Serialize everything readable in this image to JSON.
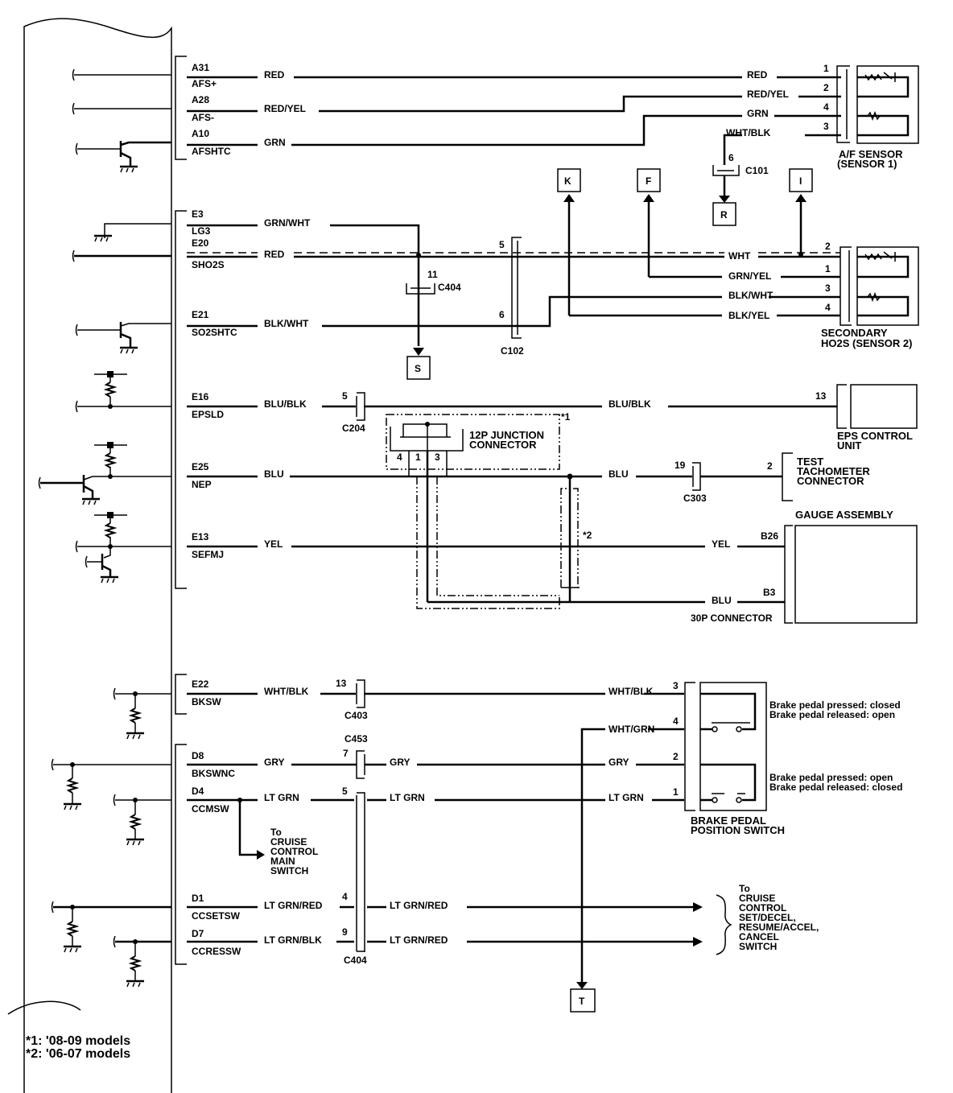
{
  "ecm_pins": [
    {
      "pin": "A31",
      "signal": "AFS+",
      "wire": "RED"
    },
    {
      "pin": "A28",
      "signal": "AFS-",
      "wire": "RED/YEL"
    },
    {
      "pin": "A10",
      "signal": "AFSHTC",
      "wire": "GRN"
    },
    {
      "pin": "E3",
      "signal": "LG3",
      "wire": "GRN/WHT"
    },
    {
      "pin": "E20",
      "signal": "SHO2S",
      "wire": "RED"
    },
    {
      "pin": "E21",
      "signal": "SO2SHTC",
      "wire": "BLK/WHT"
    },
    {
      "pin": "E16",
      "signal": "EPSLD",
      "wire": "BLU/BLK"
    },
    {
      "pin": "E25",
      "signal": "NEP",
      "wire": "BLU"
    },
    {
      "pin": "E13",
      "signal": "SEFMJ",
      "wire": "YEL"
    },
    {
      "pin": "E22",
      "signal": "BKSW",
      "wire": "WHT/BLK"
    },
    {
      "pin": "D8",
      "signal": "BKSWNC",
      "wire": "GRY"
    },
    {
      "pin": "D4",
      "signal": "CCMSW",
      "wire": "LT GRN"
    },
    {
      "pin": "D1",
      "signal": "CCSETSW",
      "wire": "LT GRN/RED"
    },
    {
      "pin": "D7",
      "signal": "CCRESSW",
      "wire": "LT GRN/BLK"
    }
  ],
  "af_sensor": {
    "title_1": "A/F SENSOR",
    "title_2": "(SENSOR 1)",
    "wires": [
      {
        "wire": "RED",
        "pin": "1"
      },
      {
        "wire": "RED/YEL",
        "pin": "2"
      },
      {
        "wire": "GRN",
        "pin": "4"
      },
      {
        "wire": "WHT/BLK",
        "pin": "3"
      }
    ]
  },
  "c101": {
    "name": "C101",
    "pin": "6"
  },
  "ho2s": {
    "title_1": "SECONDARY",
    "title_2": "HO2S (SENSOR 2)",
    "wires": [
      {
        "wire": "WHT",
        "pin": "2"
      },
      {
        "wire": "GRN/YEL",
        "pin": "1"
      },
      {
        "wire": "BLK/WHT",
        "pin": "3"
      },
      {
        "wire": "BLK/YEL",
        "pin": "4"
      }
    ]
  },
  "c404_top": {
    "name": "C404",
    "pin": "11"
  },
  "c102": {
    "name": "C102",
    "pin_a": "5",
    "pin_b": "6"
  },
  "refs": {
    "k": "K",
    "f": "F",
    "i": "I",
    "r": "R",
    "s": "S",
    "t": "T"
  },
  "c204": {
    "name": "C204",
    "pin": "5"
  },
  "eps": {
    "wire": "BLU/BLK",
    "pin": "13",
    "title_1": "EPS CONTROL",
    "title_2": "UNIT"
  },
  "junction": {
    "title_1": "12P JUNCTION",
    "title_2": "CONNECTOR",
    "pins": [
      "4",
      "1",
      "3"
    ],
    "note": "*1"
  },
  "tach": {
    "wire": "BLU",
    "c303": "C303",
    "c303_pin": "19",
    "pin": "2",
    "title_1": "TEST",
    "title_2": "TACHOMETER",
    "title_3": "CONNECTOR"
  },
  "note2_label": "*2",
  "gauge": {
    "title": "GAUGE ASSEMBLY",
    "wire_yel": "YEL",
    "pin_yel": "B26",
    "wire_blu": "BLU",
    "pin_blu": "B3",
    "connector": "30P CONNECTOR"
  },
  "c403": {
    "name": "C403",
    "pin": "13"
  },
  "c453": {
    "name": "C453",
    "pin": "7"
  },
  "c404_bot": {
    "name": "C404",
    "pin_d4": "5",
    "pin_d1": "4",
    "pin_d7": "9"
  },
  "brake": {
    "wires": [
      {
        "wire": "WHT/BLK",
        "pin": "3"
      },
      {
        "wire": "WHT/GRN",
        "pin": "4"
      },
      {
        "wire": "GRY",
        "pin": "2"
      },
      {
        "wire": "LT GRN",
        "pin": "1"
      }
    ],
    "note_a_1": "Brake pedal pressed: closed",
    "note_a_2": "Brake pedal released: open",
    "note_b_1": "Brake pedal pressed: open",
    "note_b_2": "Brake pedal released: closed",
    "title_1": "BRAKE PEDAL",
    "title_2": "POSITION SWITCH"
  },
  "gry_right": "GRY",
  "ltgrn_right": "LT GRN",
  "ltgrnred_right_1": "LT GRN/RED",
  "ltgrnred_right_2": "LT GRN/RED",
  "main_switch": [
    "To",
    "CRUISE",
    "CONTROL",
    "MAIN",
    "SWITCH"
  ],
  "cruise_switch": [
    "To",
    "CRUISE",
    "CONTROL",
    "SET/DECEL,",
    "RESUME/ACCEL,",
    "CANCEL",
    "SWITCH"
  ],
  "footnotes": [
    "*1: '08-09 models",
    "*2: '06-07 models"
  ]
}
